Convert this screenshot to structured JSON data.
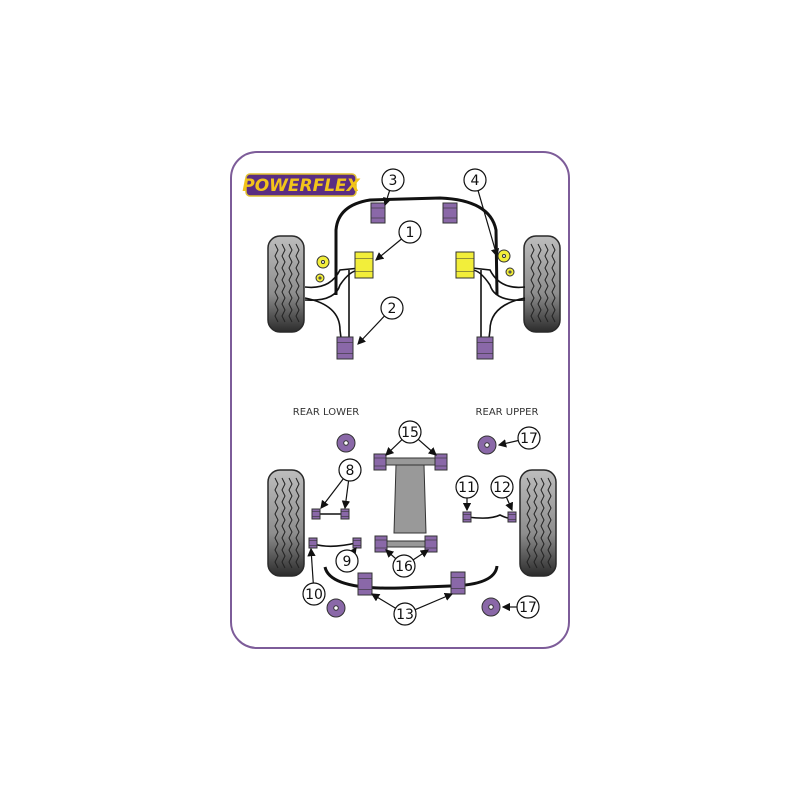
{
  "logo": {
    "text": "POWERFLEX"
  },
  "sections": {
    "rear_lower": "REAR LOWER",
    "rear_upper": "REAR UPPER"
  },
  "callouts": [
    "1",
    "2",
    "3",
    "4",
    "8",
    "9",
    "10",
    "11",
    "12",
    "13",
    "15",
    "16",
    "17",
    "17"
  ],
  "colors": {
    "border": "#7d5c99",
    "bush_purple": "#8a68a8",
    "bush_yellow": "#f2ee3a",
    "tyre": "#2a2a2a",
    "subframe": "#999999"
  }
}
